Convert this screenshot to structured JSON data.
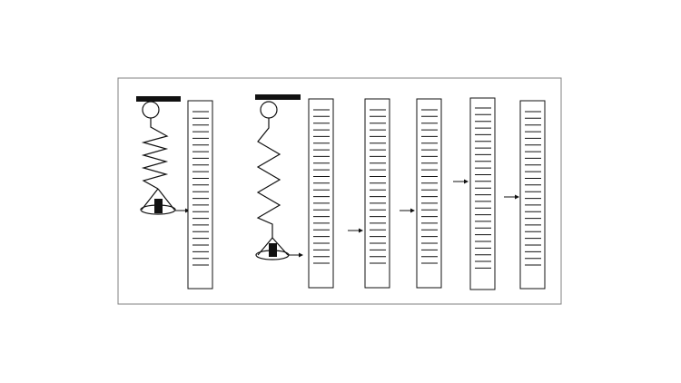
{
  "diagram": {
    "frame_color": "#808080",
    "ink_color": "#111111",
    "background_color": "#ffffff",
    "scales": [
      {
        "id": "scale-1",
        "pointer_at": "middle"
      },
      {
        "id": "scale-2",
        "pointer_at": "middle"
      },
      {
        "id": "scale-3",
        "pointer_at": "lower-middle"
      },
      {
        "id": "scale-4",
        "pointer_at": "middle"
      },
      {
        "id": "scale-5",
        "pointer_at": "upper-middle"
      },
      {
        "id": "scale-6",
        "pointer_at": "middle-high"
      }
    ],
    "spring_setups": [
      {
        "id": "setup-1",
        "spring": "compressed",
        "mass_icon": "black-block-icon"
      },
      {
        "id": "setup-2",
        "spring": "stretched",
        "mass_icon": "black-block-icon"
      }
    ]
  }
}
